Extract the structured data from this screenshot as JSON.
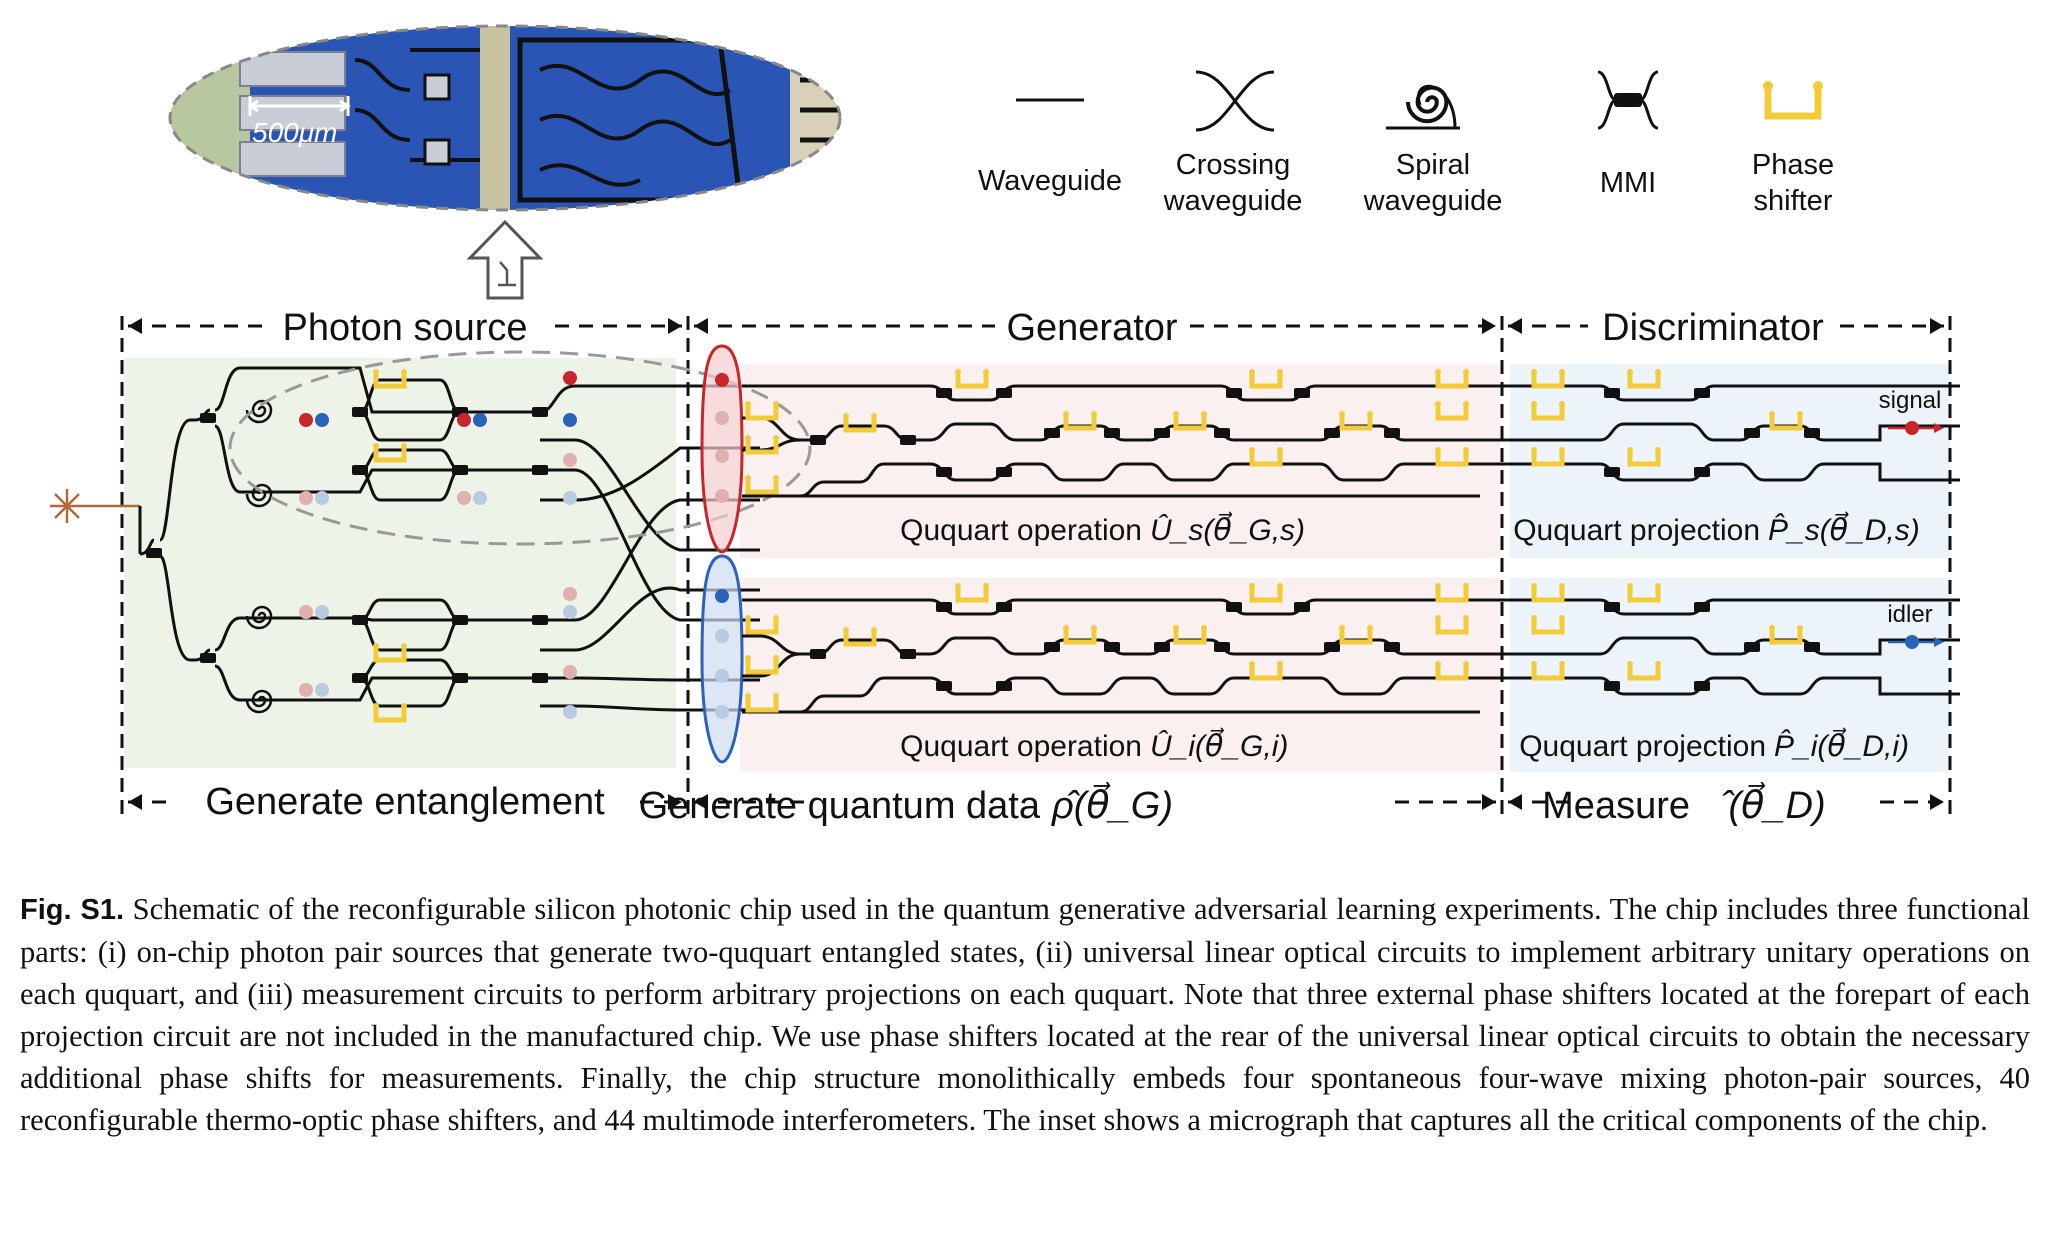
{
  "legend": {
    "waveguide": "Waveguide",
    "crossing_line1": "Crossing",
    "crossing_line2": "waveguide",
    "spiral_line1": "Spiral",
    "spiral_line2": "waveguide",
    "mmi": "MMI",
    "phase_line1": "Phase",
    "phase_line2": "shifter"
  },
  "inset": {
    "scale_bar": "500μm"
  },
  "sections": {
    "photon_source": "Photon source",
    "generator": "Generator",
    "discriminator": "Discriminator"
  },
  "operations": {
    "signal_op_text": "Ququart operation",
    "signal_op_math": "Û_s(θ⃗_G,s)",
    "signal_proj_text": "Ququart projection",
    "signal_proj_math": "P̂_s(θ⃗_D,s)",
    "idler_op_text": "Ququart operation",
    "idler_op_math": "Û_i(θ⃗_G,i)",
    "idler_proj_text": "Ququart projection",
    "idler_proj_math": "P̂_i(θ⃗_D,i)"
  },
  "ports": {
    "signal": "signal",
    "idler": "idler"
  },
  "bottom": {
    "entanglement": "Generate entanglement",
    "quantum_data_text": "Generate quantum data",
    "quantum_data_math": "ρ̂(θ⃗_G)",
    "measure_text": "Measure",
    "measure_math": "𝓜̂(θ⃗_D)"
  },
  "colors": {
    "signal": "#c8262a",
    "idler": "#2a63b8",
    "phase_shifter": "#f2cc38",
    "source_bg": "#edf3e6",
    "generator_bg": "#fbf0f0",
    "discriminator_bg": "#edf4f9",
    "chip_blue": "#2a55b5"
  },
  "caption": {
    "label": "Fig. S1.",
    "text": "Schematic of the reconfigurable silicon photonic chip used in the quantum generative adversarial learning experiments. The chip includes three functional parts: (i) on-chip photon pair sources that generate two-ququart entangled states, (ii) universal linear optical circuits to implement arbitrary unitary operations on each ququart, and (iii) measurement circuits to perform arbitrary projections on each ququart. Note that three external phase shifters located at the forepart of each projection circuit are not included in the manufactured chip. We use phase shifters located at the rear of the universal linear optical circuits to obtain the necessary additional phase shifts for measurements. Finally, the chip structure monolithically embeds four spontaneous four-wave mixing photon-pair sources, 40 reconfigurable thermo-optic phase shifters, and 44 multimode interferometers. The inset shows a micrograph that captures all the critical components of the chip."
  }
}
